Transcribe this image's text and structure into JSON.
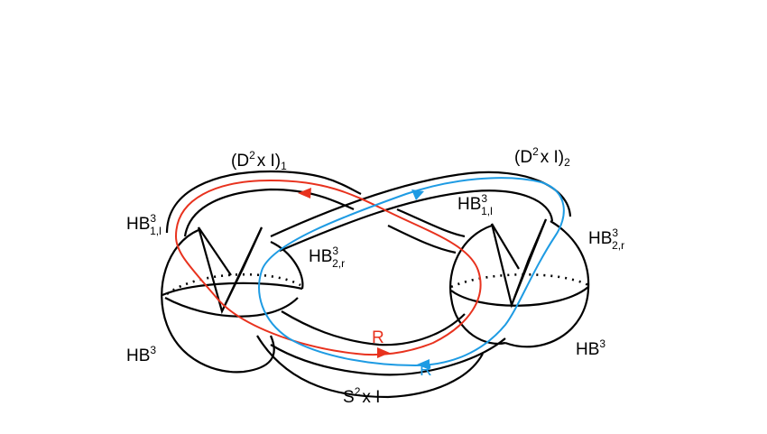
{
  "labels": {
    "d2xi_1": {
      "main": "(D",
      "sup": "2",
      "rest": "x I)",
      "sub": "1"
    },
    "d2xi_2": {
      "main": "(D",
      "sup": "2",
      "rest": "x I)",
      "sub": "2"
    },
    "hb_1l": {
      "main": "HB",
      "sup": "3",
      "sub": "1,l"
    },
    "hb_1l_right": {
      "main": "HB",
      "sup": "3",
      "sub": "1,l"
    },
    "hb_2r_center": {
      "main": "HB",
      "sup": "3",
      "sub": "2,r"
    },
    "hb_2r_right": {
      "main": "HB",
      "sup": "3",
      "sub": "2,r"
    },
    "hb_left": {
      "main": "HB",
      "sup": "3"
    },
    "hb_right": {
      "main": "HB",
      "sup": "3"
    },
    "s2xi": {
      "main": "S",
      "sup": "2",
      "rest": "x I"
    },
    "r_red": "R",
    "r_blue": "R"
  },
  "colors": {
    "red_path": "#e8321e",
    "blue_path": "#1e9be3",
    "ink": "#000000"
  }
}
